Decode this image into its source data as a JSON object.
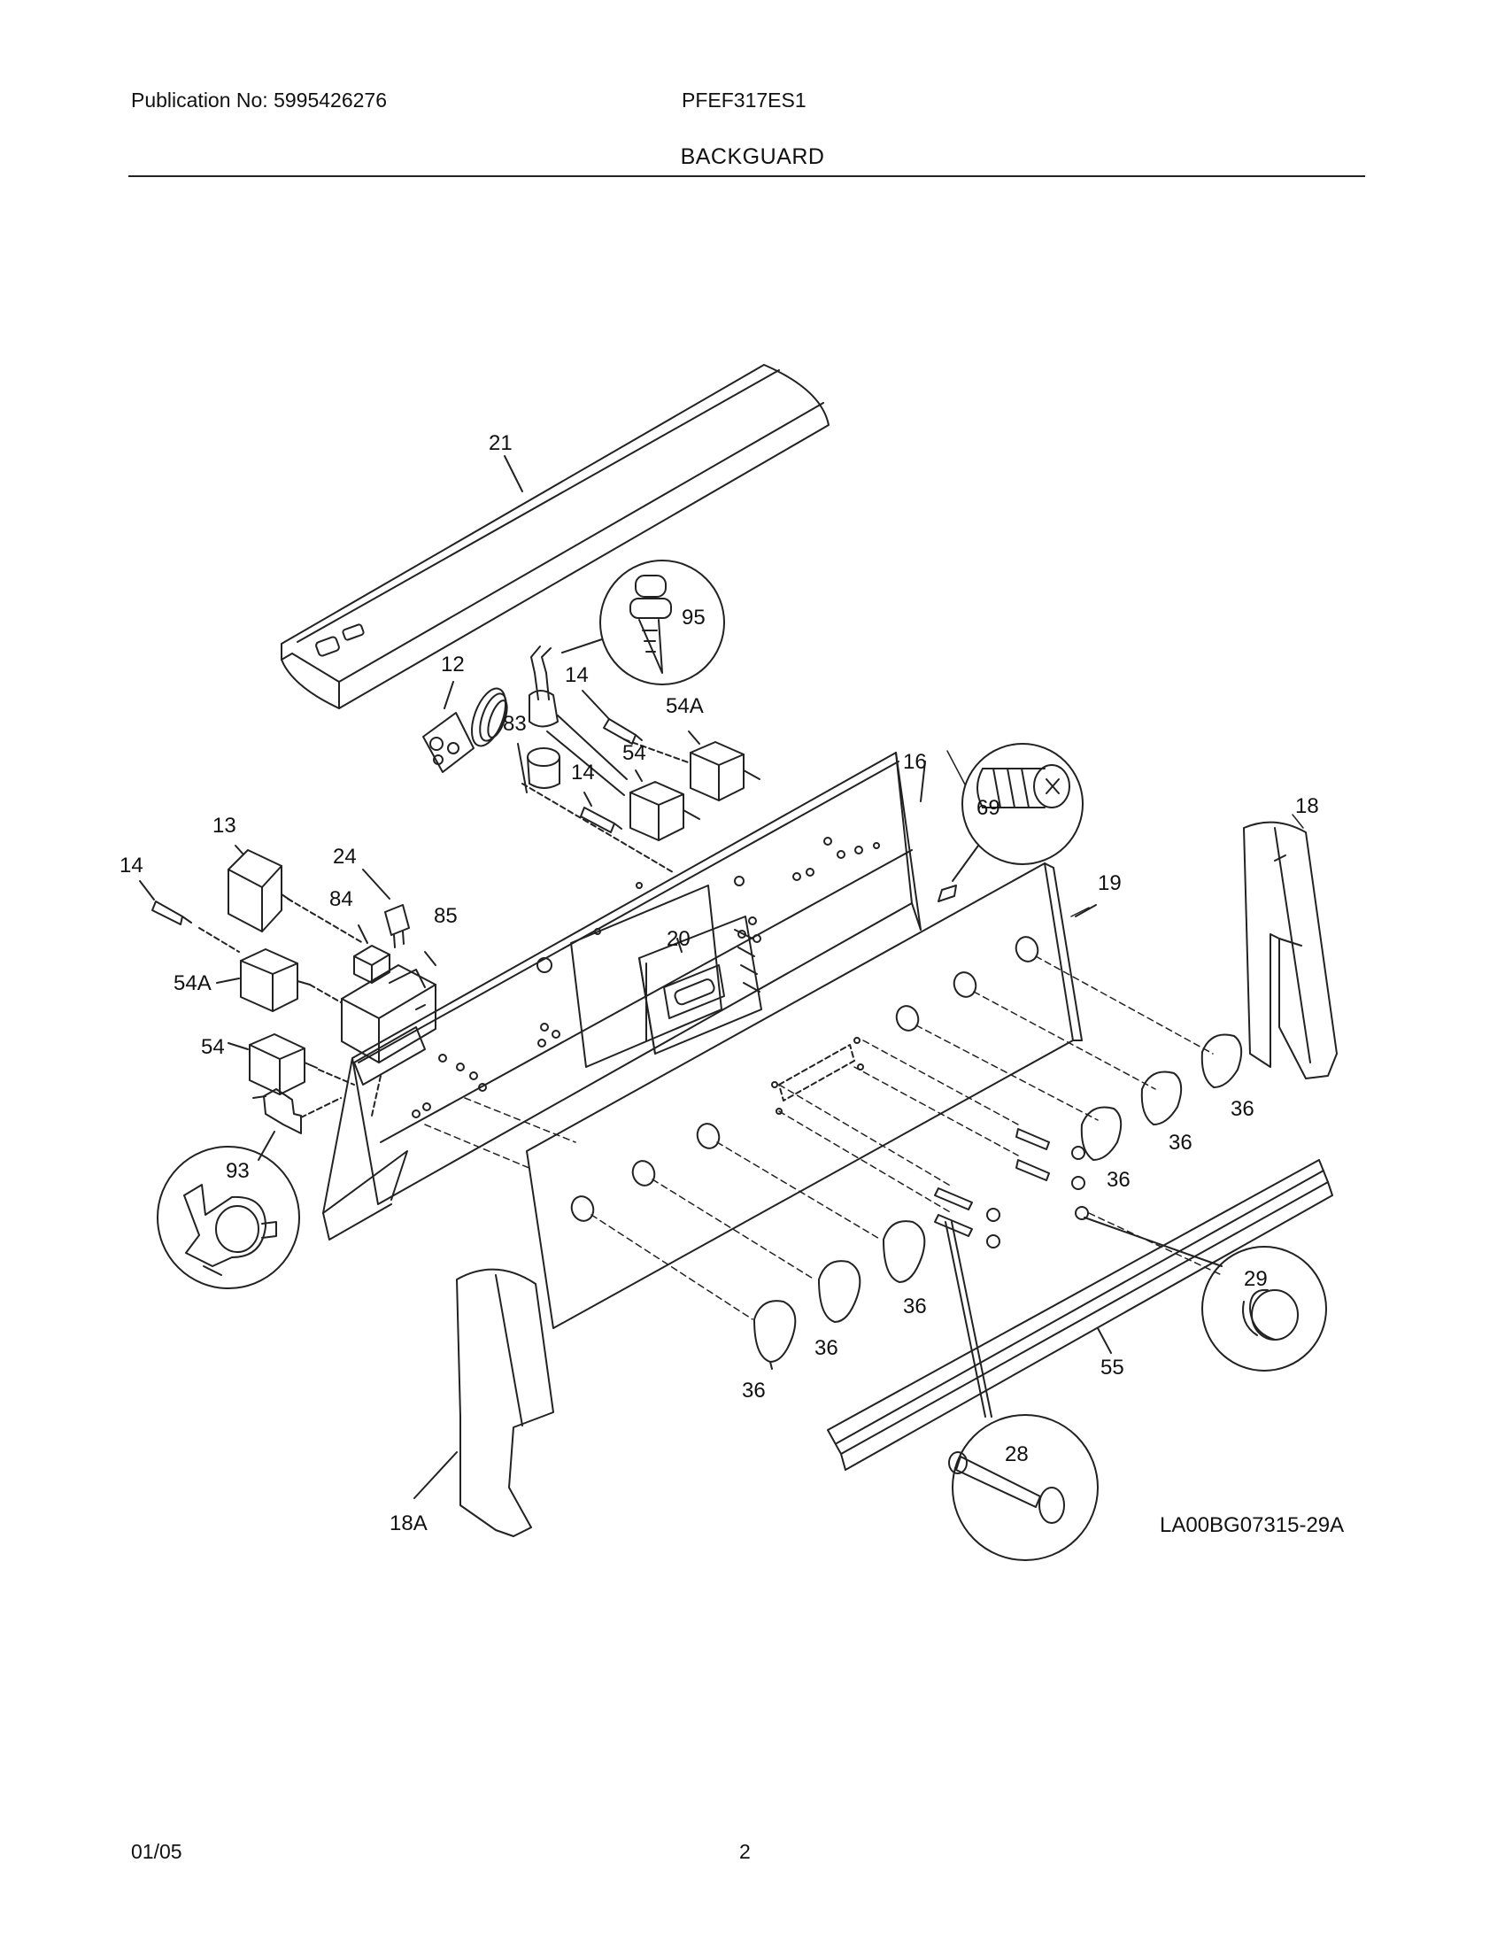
{
  "header": {
    "publication": "Publication No: 5995426276",
    "model": "PFEF317ES1",
    "section_title": "BACKGUARD"
  },
  "footer": {
    "date": "01/05",
    "page_number": "2"
  },
  "diagram": {
    "drawing_code": "LA00BG07315-29A",
    "labels": {
      "l21": "21",
      "l95": "95",
      "l12": "12",
      "l14a": "14",
      "l54Aa": "54A",
      "l83": "83",
      "l54a": "54",
      "l14b": "14",
      "l16": "16",
      "l69": "69",
      "l18": "18",
      "l13": "13",
      "l24": "24",
      "l14c": "14",
      "l84": "84",
      "l85": "85",
      "l19": "19",
      "l20": "20",
      "l54Ab": "54A",
      "l54b": "54",
      "l93": "93",
      "l36a": "36",
      "l36b": "36",
      "l36c": "36",
      "l36d": "36",
      "l36e": "36",
      "l36f": "36",
      "l29": "29",
      "l55": "55",
      "l28": "28",
      "l18A": "18A"
    }
  }
}
